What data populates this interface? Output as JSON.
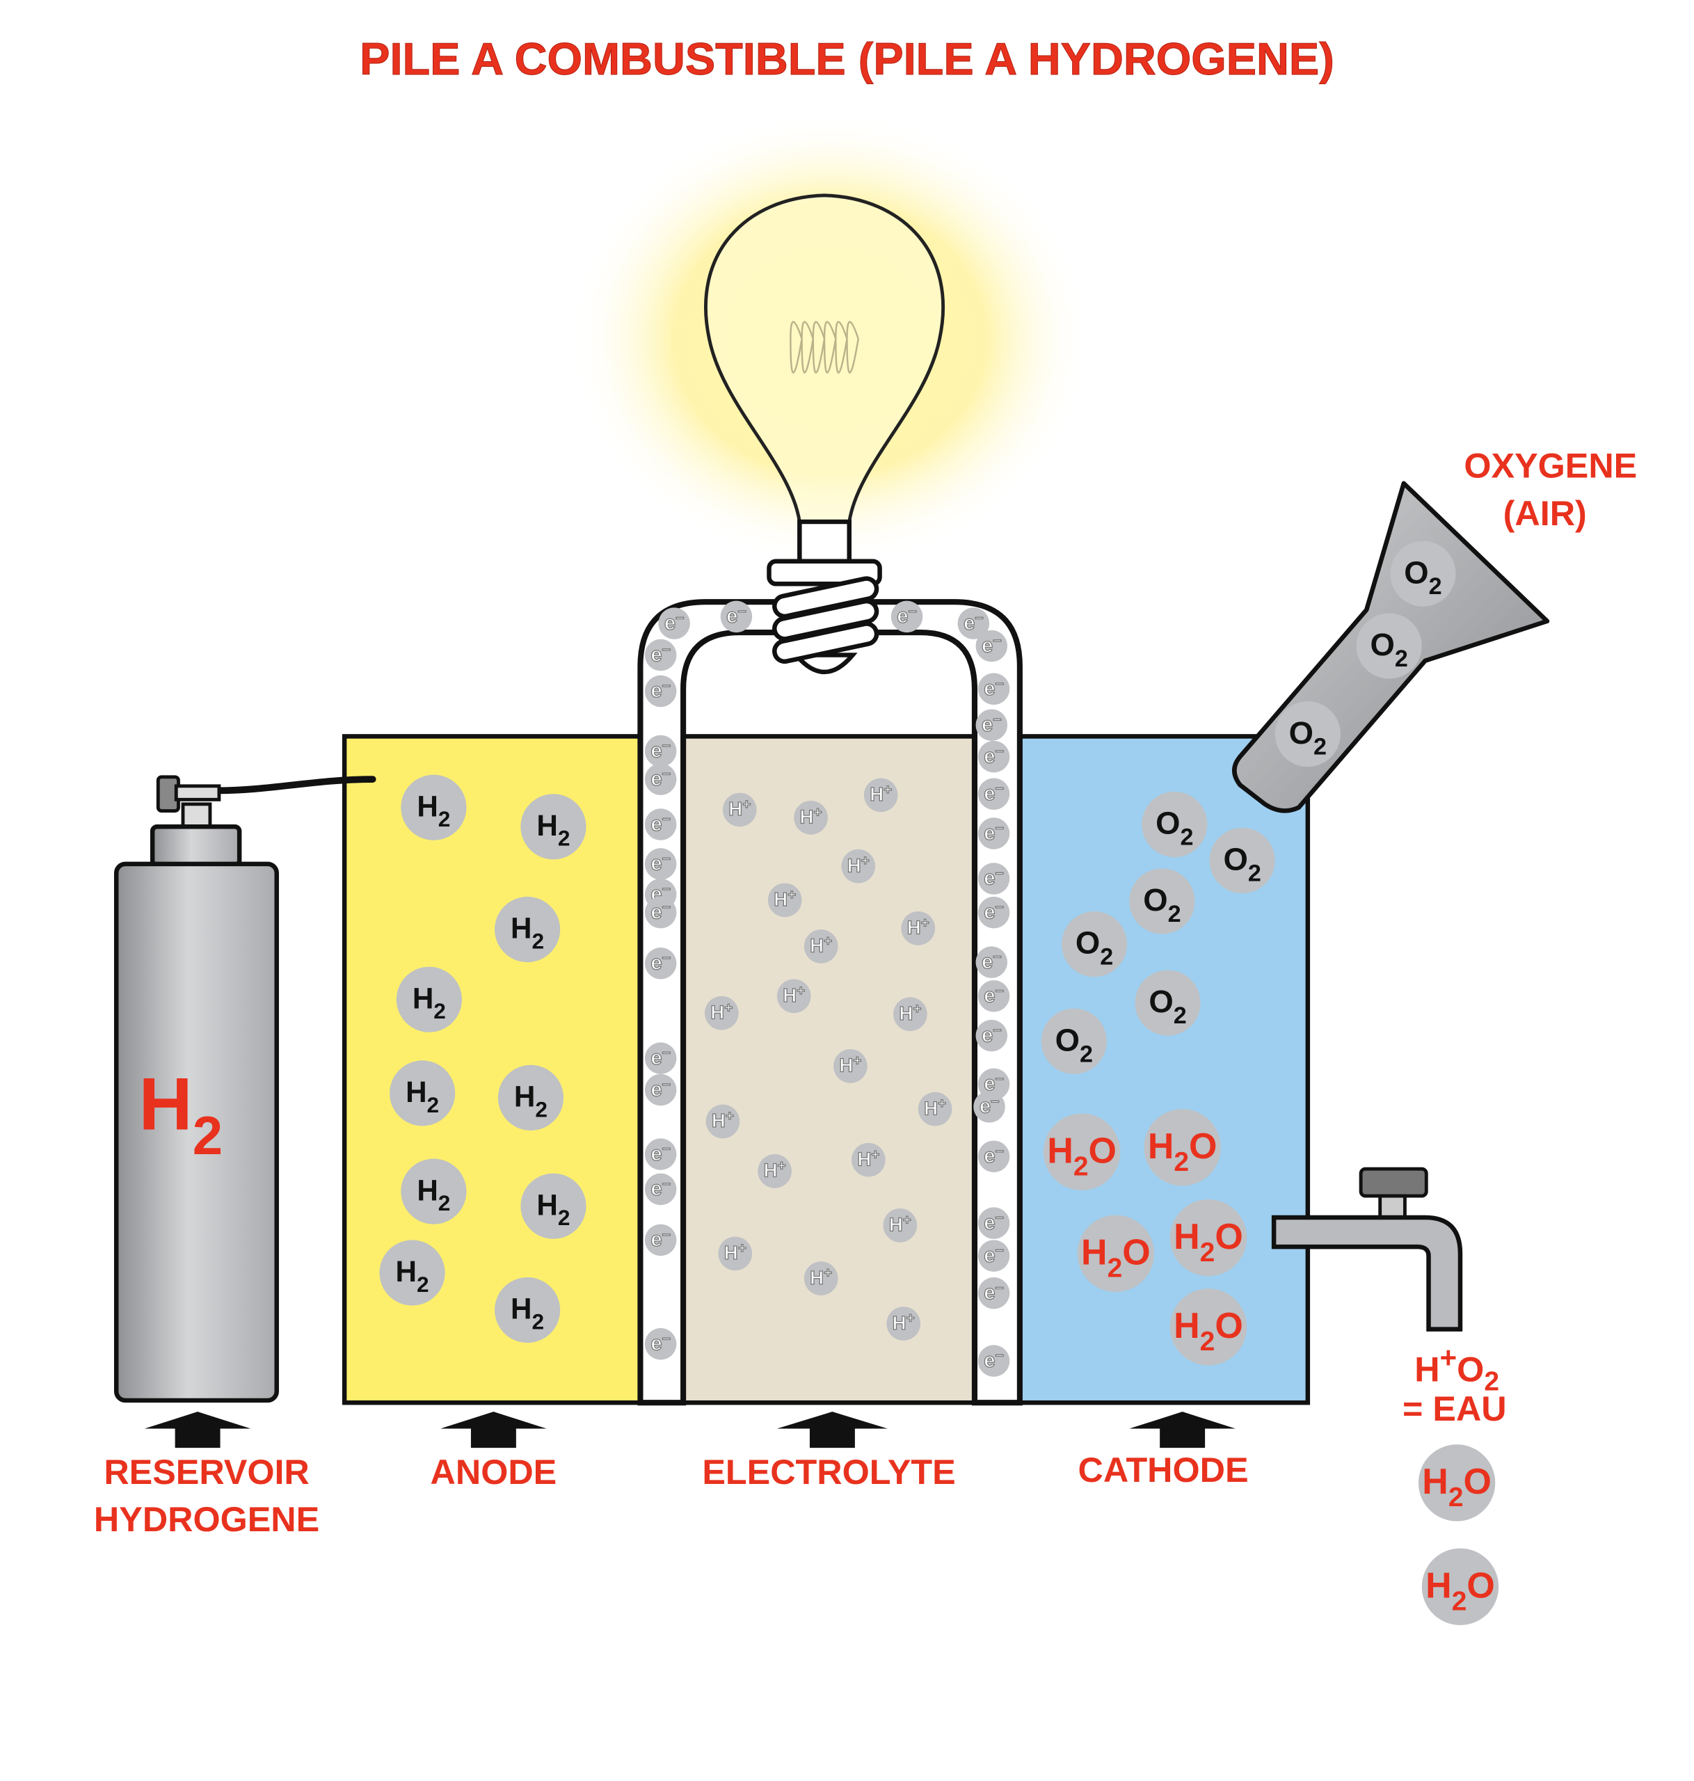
{
  "title": "PILE A COMBUSTIBLE (PILE A HYDROGENE)",
  "labels": {
    "reservoir_line1": "RESERVOIR",
    "reservoir_line2": "HYDROGENE",
    "anode": "ANODE",
    "electrolyte": "ELECTROLYTE",
    "cathode": "CATHODE",
    "oxygen_line1": "OXYGENE",
    "oxygen_line2": "(AIR)",
    "equation_h": "H",
    "equation_plus": "+",
    "equation_o": "O",
    "equation_o_sub": "2",
    "equation_line2": "= EAU"
  },
  "tank_label": {
    "base": "H",
    "sub": "2"
  },
  "molecules": {
    "h2": {
      "base": "H",
      "sub": "2"
    },
    "o2": {
      "base": "O",
      "sub": "2"
    },
    "h2o": {
      "base": "H",
      "sub": "2",
      "tail": "O"
    },
    "h_plus": {
      "base": "H",
      "sup": "+"
    },
    "electron": {
      "base": "e",
      "sup": "–"
    }
  },
  "colors": {
    "title_red": "#e8321e",
    "anode_yellow": "#fdef6c",
    "electrolyte_beige": "#e8e0cf",
    "cathode_blue": "#9ecff0",
    "molecule_gray": "#bfc1c4"
  }
}
